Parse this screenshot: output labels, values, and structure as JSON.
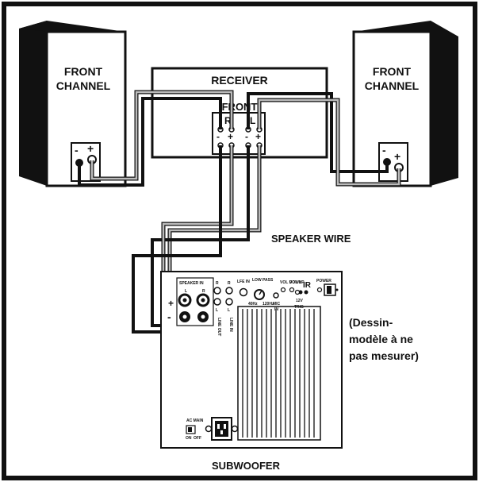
{
  "labels": {
    "left_speaker": [
      "FRONT",
      "CHANNEL"
    ],
    "right_speaker": [
      "FRONT",
      "CHANNEL"
    ],
    "receiver": "RECEIVER",
    "receiver_front": "FRONT",
    "receiver_r": "R",
    "receiver_l": "L",
    "speaker_wire": "SPEAKER WIRE",
    "subwoofer": "SUBWOOFER",
    "note": [
      "(Dessin-",
      "modèle à ne",
      "pas mesurer)"
    ],
    "plus": "+",
    "minus": "-"
  },
  "panel_labels": {
    "speaker_in": "SPEAKER IN",
    "r": "R",
    "l": "L",
    "lfe_in": "LFE IN",
    "low_pass": "LOW PASS",
    "line_out": "LINE OUT",
    "line_in": "LINE IN",
    "mic_in": [
      "MIC",
      "IN"
    ],
    "ir": "IR",
    "trig": [
      "12V",
      "TRIG"
    ],
    "power": "POWER",
    "ac_main": "AC MAIN",
    "on": "ON",
    "off": "OFF",
    "hz_low": "40Hz",
    "hz_high": "120Hz",
    "vol_down": "VOL DOWN",
    "vol_up": "VOL UP"
  }
}
